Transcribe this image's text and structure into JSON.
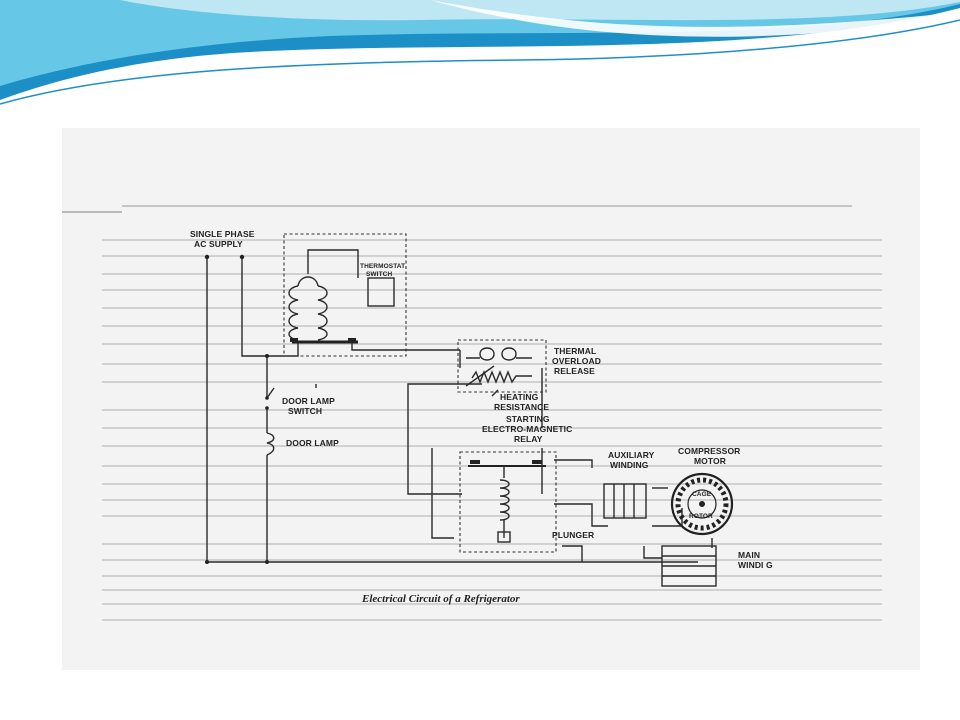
{
  "slide": {
    "background_color": "#ffffff",
    "header_colors": [
      "#1c8fc7",
      "#66c8e6",
      "#bfe7f3"
    ]
  },
  "diagram": {
    "caption": "Electrical Circuit of a Refrigerator",
    "labels": {
      "supply_line1": "SINGLE PHASE",
      "supply_line2": "AC SUPPLY",
      "thermostat_line1": "THERMOSTAT",
      "thermostat_line2": "SWITCH",
      "thermal_line1": "THERMAL",
      "thermal_line2": "OVERLOAD",
      "thermal_line3": "RELEASE",
      "heating_line1": "HEATING",
      "heating_line2": "RESISTANCE",
      "relay_line1": "STARTING",
      "relay_line2": "ELECTRO-MAGNETIC",
      "relay_line3": "RELAY",
      "door_switch_line1": "DOOR LAMP",
      "door_switch_line2": "SWITCH",
      "door_lamp": "DOOR LAMP",
      "aux_line1": "AUXILIARY",
      "aux_line2": "WINDING",
      "compressor_line1": "COMPRESSOR",
      "compressor_line2": "MOTOR",
      "cage": "CAGE",
      "rotor": "ROTOR",
      "plunger": "PLUNGER",
      "main_line1": "MAIN",
      "main_line2": "WINDI G"
    }
  }
}
